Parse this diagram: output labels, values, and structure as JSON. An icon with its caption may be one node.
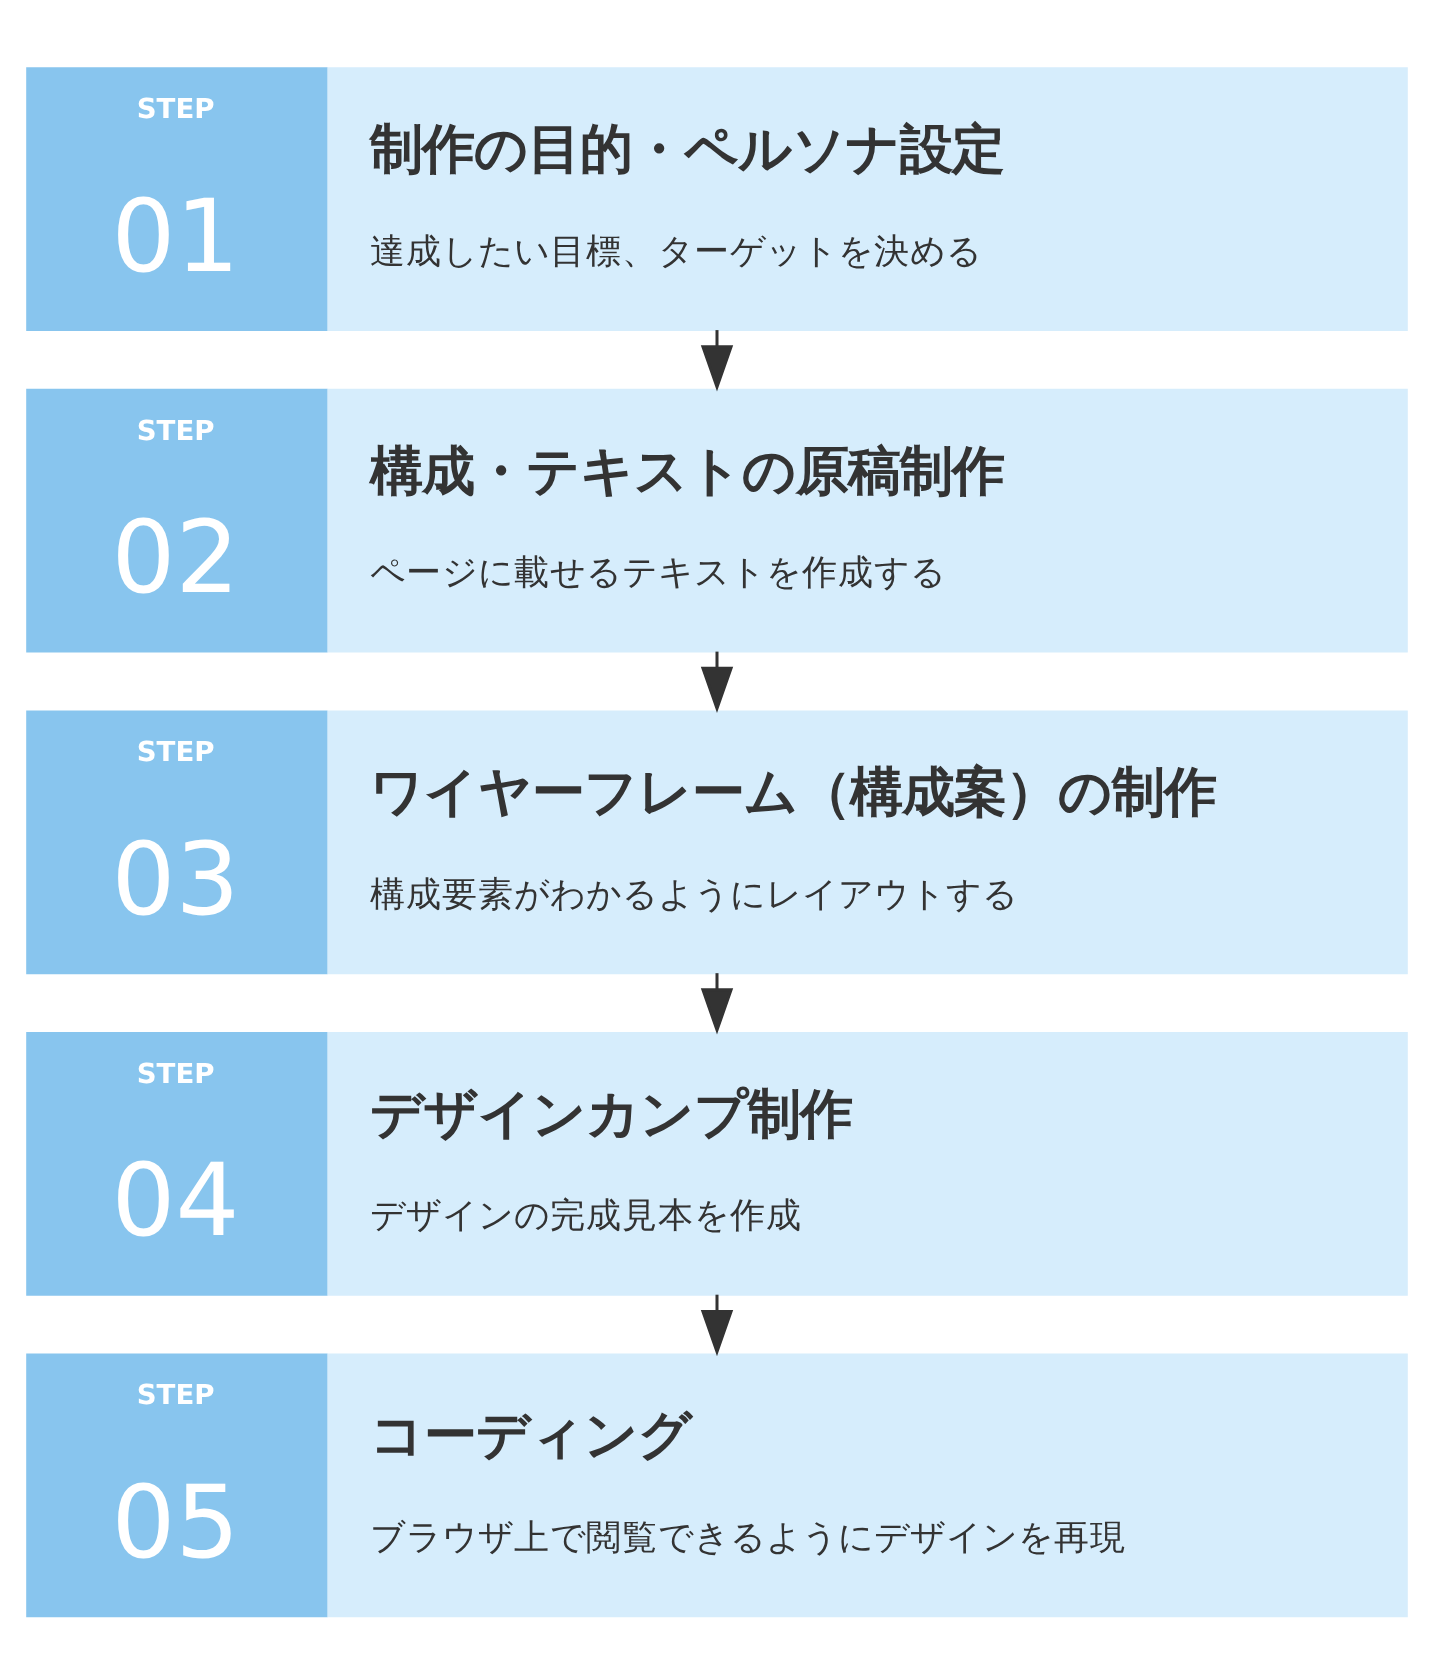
{
  "diagram": {
    "nodes": [
      {
        "text": [
          "STEP",
          "01",
          "制作の目的・ペルソナ設定",
          "達成したい目標、ターゲットを決める"
        ]
      },
      {
        "text": [
          "STEP",
          "02",
          "構成・テキストの原稿制作",
          "ページに載せるテキストを作成する"
        ]
      },
      {
        "text": [
          "STEP",
          "03",
          "ワイヤーフレーム（構成案）の制作",
          "構成要素がわかるようにレイアウトする"
        ]
      },
      {
        "text": [
          "STEP",
          "04",
          "デザインカンプ制作",
          "デザインの完成見本を作成"
        ]
      },
      {
        "text": [
          "STEP",
          "05",
          "コーディング",
          "ブラウザ上で閲覧できるようにデザインを再現"
        ]
      }
    ],
    "edges": [
      {
        "from": 0,
        "to": 1,
        "arrow": "to"
      },
      {
        "from": 1,
        "to": 2,
        "arrow": "to"
      },
      {
        "from": 2,
        "to": 3,
        "arrow": "to"
      },
      {
        "from": 3,
        "to": 4,
        "arrow": "to"
      }
    ]
  }
}
